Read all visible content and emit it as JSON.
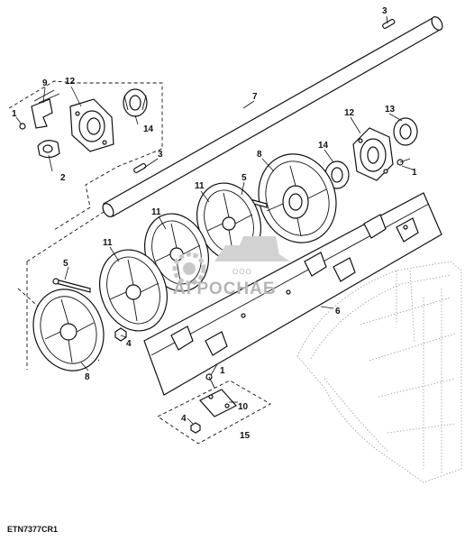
{
  "callouts": {
    "c1a": "1",
    "c1b": "1",
    "c1c": "1",
    "c2": "2",
    "c3a": "3",
    "c3b": "3",
    "c4a": "4",
    "c4b": "4",
    "c5a": "5",
    "c5b": "5",
    "c6": "6",
    "c7": "7",
    "c8a": "8",
    "c8b": "8",
    "c9": "9",
    "c10": "10",
    "c11a": "11",
    "c11b": "11",
    "c11c": "11",
    "c12a": "12",
    "c12b": "12",
    "c13": "13",
    "c14a": "14",
    "c14b": "14",
    "c15": "15"
  },
  "figure_code": "ETN7377CR1",
  "watermark": {
    "company_form": "ООО",
    "company_name": "АГРОСНАБ"
  }
}
